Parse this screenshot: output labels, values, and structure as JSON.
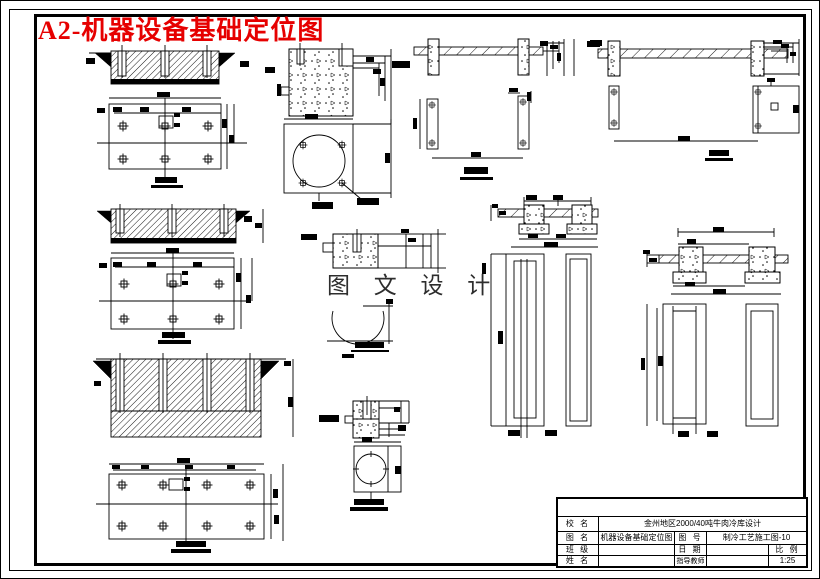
{
  "sheet": {
    "title": "A2-机器设备基础定位图",
    "watermark": "图 文 设 计"
  },
  "title_block": {
    "school_label": "校 名",
    "school_value": "金州地区2000/40吨牛肉冷库设计",
    "drawing_name_label": "图 名",
    "drawing_name_value": "机器设备基础定位图",
    "drawing_no_label": "图 号",
    "drawing_no_value": "制冷工艺施工图-10",
    "class_label": "班 级",
    "date_label": "日 期",
    "scale_label": "比 例",
    "name_label": "姓 名",
    "advisor_label": "指导教师",
    "scale_value": "1:25"
  },
  "colors": {
    "title_red": "#e60000",
    "line_black": "#000000",
    "watermark_gray": "#2d2d2d",
    "paper_white": "#ffffff"
  }
}
